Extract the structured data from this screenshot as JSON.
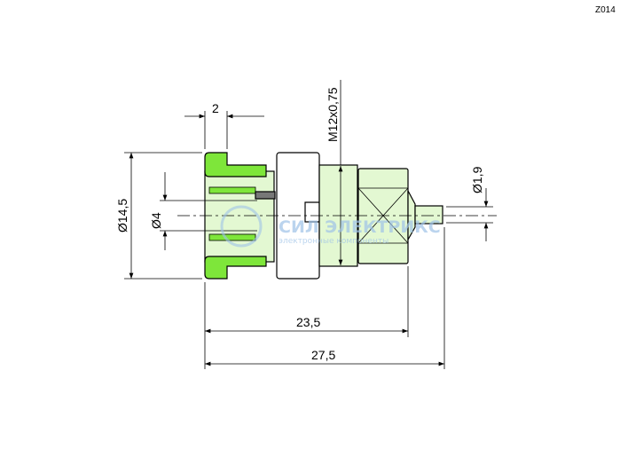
{
  "drawing_code": "Z014",
  "dimensions": {
    "flange_width": "2",
    "outer_diameter": "Ø14,5",
    "bore_diameter": "Ø4",
    "thread": "M12x0,75",
    "pin_diameter": "Ø1,9",
    "length_body": "23,5",
    "length_total": "27,5"
  },
  "watermark": {
    "title": "СИЛ ЭЛЕКТРИКС",
    "subtitle": "электронные компоненты"
  },
  "colors": {
    "insulator": "#7ee63a",
    "body": "#e3f8d2",
    "line": "#000000"
  }
}
